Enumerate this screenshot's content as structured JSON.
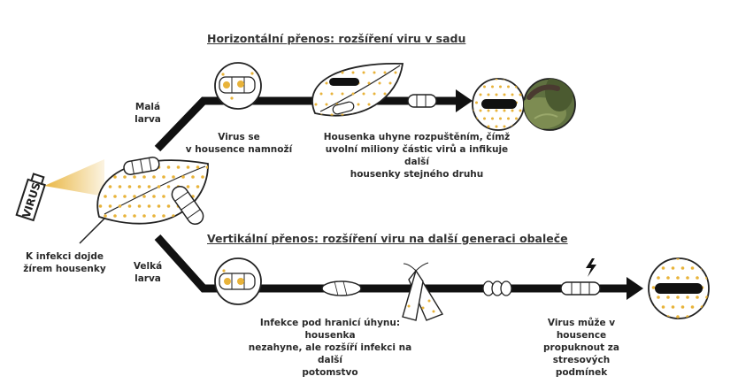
{
  "headings": {
    "horizontal": "Horizontální přenos: rozšíření viru v sadu",
    "vertical": "Vertikální přenos: rozšíření viru na další generaci obaleče"
  },
  "labels": {
    "bottle": "VIRUS",
    "infection": "K infekci dojde\nžírem housenky",
    "small_larva": "Malá\nlarva",
    "large_larva": "Velká\nlarva",
    "multiply": "Virus se\nv housence namnoží",
    "dies": "Housenka uhyne rozpuštěním, čímž\nuvolní miliony částic virů a infikuje další\nhousenky stejného druhu",
    "below_threshold": "Infekce pod hranicí úhynu: housenka\nnezahyne, ale rozšíří infekci na další\npotomstvo",
    "stress": "Virus může v housence\npropuknout za stresových\npodmínek"
  },
  "colors": {
    "virus_dot": "#e8b33a",
    "line": "#111111",
    "spray": "#e8b33a",
    "background": "#ffffff"
  },
  "icons": [
    "virus-bottle-icon",
    "leaf-icon",
    "larva-icon",
    "moth-icon",
    "lightning-icon",
    "magnifier-icon"
  ]
}
